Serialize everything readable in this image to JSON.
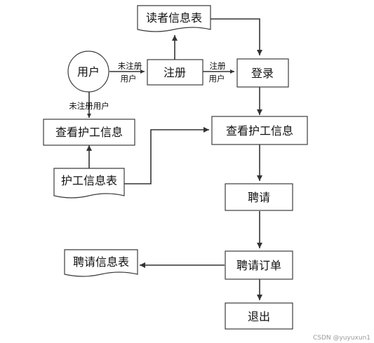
{
  "nodes": {
    "reader_table": "读者信息表",
    "user": "用户",
    "register": "注册",
    "login": "登录",
    "view_nurse_left": "查看护工信息",
    "nurse_table": "护工信息表",
    "view_nurse_right": "查看护工信息",
    "hire": "聘请",
    "hire_table": "聘请信息表",
    "hire_order": "聘请订单",
    "exit": "退出"
  },
  "edge_labels": {
    "unregistered_1": "未注册",
    "unregistered_2": "用户",
    "registered_1": "注册",
    "registered_2": "用户",
    "unregistered_user": "未注册用户"
  },
  "watermark": "CSDN @yuyuxun1"
}
